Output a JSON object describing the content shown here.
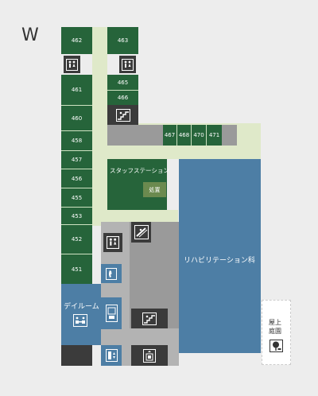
{
  "compass": "W",
  "rooms": {
    "r462": "462",
    "r463": "463",
    "r461": "461",
    "r465": "465",
    "r466": "466",
    "r460": "460",
    "r458": "458",
    "r457": "457",
    "r456": "456",
    "r455": "455",
    "r453": "453",
    "r452": "452",
    "r451": "451",
    "r467": "467",
    "r468": "468",
    "r470": "470",
    "r471": "471"
  },
  "labels": {
    "staff_station": "スタッフステーション",
    "treatment": "処置",
    "rehab": "リハビリテーション科",
    "day_room": "デイルーム",
    "rooftop_line1": "屋上",
    "rooftop_line2": "庭園"
  },
  "colors": {
    "room_green": "#26643a",
    "corridor": "#dfe9c9",
    "grey": "#9a9a9a",
    "dark": "#3b3b3b",
    "blue": "#4d7ea5",
    "treatment": "#6b8a4f"
  },
  "icons": [
    "restroom-icon",
    "stairs-icon",
    "escalator-icon",
    "telephone-icon",
    "vending-icon",
    "elevator-icon",
    "tree-icon"
  ]
}
